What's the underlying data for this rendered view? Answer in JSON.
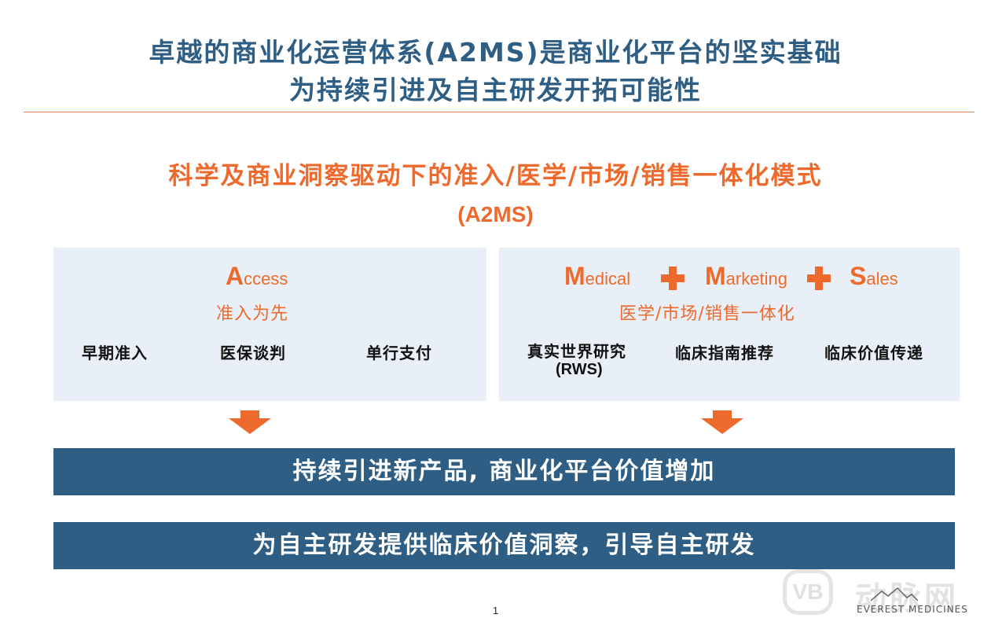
{
  "title": {
    "line1": "卓越的商业化运营体系(A2MS)是商业化平台的坚实基础",
    "line2": "为持续引进及自主研发开拓可能性"
  },
  "subtitle": {
    "line1": "科学及商业洞察驱动下的准入/医学/市场/销售一体化模式",
    "line2": "(A2MS)"
  },
  "left_panel": {
    "heading_cap": "A",
    "heading_rest": "ccess",
    "subtitle": "准入为先",
    "items": [
      "早期准入",
      "医保谈判",
      "单行支付"
    ]
  },
  "right_panel": {
    "headings": [
      {
        "cap": "M",
        "rest": "edical"
      },
      {
        "cap": "M",
        "rest": "arketing"
      },
      {
        "cap": "S",
        "rest": "ales"
      }
    ],
    "subtitle": "医学/市场/销售一体化",
    "items": [
      {
        "line1": "真实世界研究",
        "line2": "(RWS)"
      },
      {
        "line1": "临床指南推荐"
      },
      {
        "line1": "临床价值传递"
      }
    ]
  },
  "bands": [
    "持续引进新产品, 商业化平台价值增加",
    "为自主研发提供临床价值洞察，引导自主研发"
  ],
  "page_number": "1",
  "watermark": {
    "logo": "VB",
    "text": "动脉网",
    "brand": "EVEREST MEDICINES"
  },
  "colors": {
    "title_blue": "#2f5e84",
    "accent_orange": "#ee6a2c",
    "panel_bg": "#e9eff6",
    "band_bg": "#2f5e84"
  }
}
